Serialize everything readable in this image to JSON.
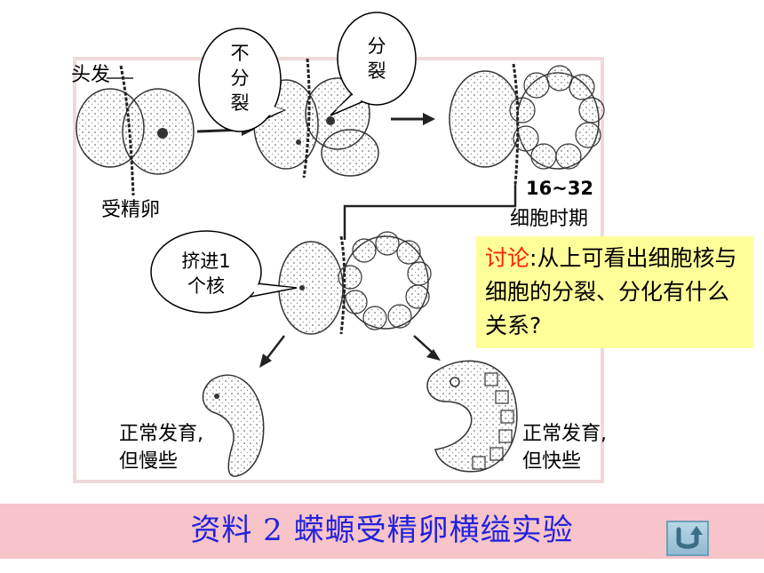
{
  "labels": {
    "hair": "头发",
    "fertilized_egg": "受精卵",
    "stage_number": "16~32",
    "stage_text": "细胞时期",
    "normal_slow_1": "正常发育,",
    "normal_slow_2": "但慢些",
    "normal_fast_1": "正常发育,",
    "normal_fast_2": "但快些"
  },
  "bubbles": {
    "no_division": [
      "不",
      "分",
      "裂"
    ],
    "division": [
      "分",
      "裂"
    ],
    "squeeze": [
      "挤进1",
      "个核"
    ]
  },
  "discussion": {
    "lead": "讨论",
    "text": ":从上可看出细胞核与细胞的分裂、分化有什么关系?"
  },
  "title": "资料 2 蝾螈受精卵横缢实验",
  "colors": {
    "title_text": "#2222dd",
    "title_band": "#f7c4c9",
    "discussion_bg": "#ffff99",
    "discussion_lead": "#ff2200"
  },
  "icons": {
    "return": "return-u-turn-icon"
  }
}
